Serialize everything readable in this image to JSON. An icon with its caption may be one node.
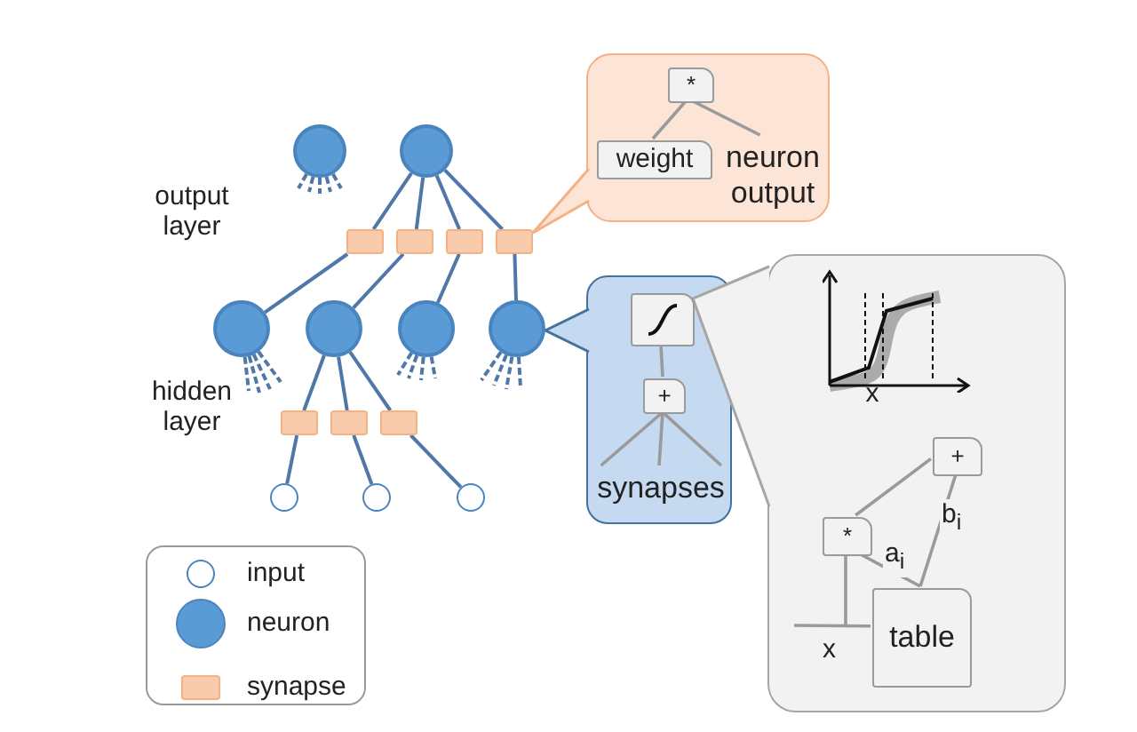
{
  "diagram": {
    "nodes": [
      {
        "text": [],
        "shape": "circle"
      },
      {
        "text": [],
        "shape": "circle"
      },
      {
        "text": [],
        "shape": "box"
      },
      {
        "text": [],
        "shape": "box"
      },
      {
        "text": [],
        "shape": "box"
      },
      {
        "text": [],
        "shape": "box"
      },
      {
        "text": [],
        "shape": "circle"
      },
      {
        "text": [],
        "shape": "circle"
      },
      {
        "text": [],
        "shape": "circle"
      },
      {
        "text": [],
        "shape": "circle"
      },
      {
        "text": [],
        "shape": "box"
      },
      {
        "text": [],
        "shape": "box"
      },
      {
        "text": [],
        "shape": "box"
      },
      {
        "text": [],
        "shape": "circle"
      },
      {
        "text": [],
        "shape": "circle"
      },
      {
        "text": [],
        "shape": "circle"
      },
      {
        "text": [],
        "shape": "box"
      },
      {
        "text": [
          "*"
        ],
        "in": 16
      },
      {
        "text": [
          "weight"
        ],
        "in": 16
      },
      {
        "text": [
          "neuron output"
        ],
        "in": 16
      },
      {
        "text": [],
        "shape": "box"
      },
      {
        "text": [],
        "shape": "box",
        "in": 20
      },
      {
        "text": [
          "+"
        ],
        "in": 20
      },
      {
        "text": [
          "synapses"
        ],
        "in": 20
      },
      {
        "text": [],
        "shape": "box"
      },
      {
        "text": [
          "+"
        ],
        "in": 24
      },
      {
        "text": [
          "*"
        ],
        "in": 24
      },
      {
        "text": [
          "table"
        ],
        "in": 24
      }
    ],
    "edges": [
      {
        "from": 1,
        "to": 2,
        "arrow": "none"
      },
      {
        "from": 1,
        "to": 3,
        "arrow": "none"
      },
      {
        "from": 1,
        "to": 4,
        "arrow": "none"
      },
      {
        "from": 1,
        "to": 5,
        "arrow": "none"
      },
      {
        "from": 2,
        "to": 6,
        "arrow": "none"
      },
      {
        "from": 3,
        "to": 7,
        "arrow": "none"
      },
      {
        "from": 4,
        "to": 8,
        "arrow": "none"
      },
      {
        "from": 5,
        "to": 9,
        "arrow": "none"
      },
      {
        "from": 7,
        "to": 10,
        "arrow": "none"
      },
      {
        "from": 7,
        "to": 11,
        "arrow": "none"
      },
      {
        "from": 7,
        "to": 12,
        "arrow": "none"
      },
      {
        "from": 10,
        "to": 13,
        "arrow": "none"
      },
      {
        "from": 11,
        "to": 14,
        "arrow": "none"
      },
      {
        "from": 12,
        "to": 15,
        "arrow": "none"
      },
      {
        "from": 0,
        "to": null,
        "arrow": "none",
        "style": "dashed"
      },
      {
        "from": 0,
        "to": null,
        "arrow": "none",
        "style": "dashed"
      },
      {
        "from": 0,
        "to": null,
        "arrow": "none",
        "style": "dashed"
      },
      {
        "from": 0,
        "to": null,
        "arrow": "none",
        "style": "dashed"
      },
      {
        "from": 0,
        "to": null,
        "arrow": "none",
        "style": "dashed"
      },
      {
        "from": 6,
        "to": null,
        "arrow": "none",
        "style": "dashed"
      },
      {
        "from": 6,
        "to": null,
        "arrow": "none",
        "style": "dashed"
      },
      {
        "from": 6,
        "to": null,
        "arrow": "none",
        "style": "dashed"
      },
      {
        "from": 6,
        "to": null,
        "arrow": "none",
        "style": "dashed"
      },
      {
        "from": 8,
        "to": null,
        "arrow": "none",
        "style": "dashed"
      },
      {
        "from": 8,
        "to": null,
        "arrow": "none",
        "style": "dashed"
      },
      {
        "from": 8,
        "to": null,
        "arrow": "none",
        "style": "dashed"
      },
      {
        "from": 8,
        "to": null,
        "arrow": "none",
        "style": "dashed"
      },
      {
        "from": 9,
        "to": null,
        "arrow": "none",
        "style": "dashed"
      },
      {
        "from": 9,
        "to": null,
        "arrow": "none",
        "style": "dashed"
      },
      {
        "from": 9,
        "to": null,
        "arrow": "none",
        "style": "dashed"
      },
      {
        "from": 9,
        "to": null,
        "arrow": "none",
        "style": "dashed"
      },
      {
        "from": 17,
        "to": 18,
        "arrow": "none",
        "color": "#9a9a9a"
      },
      {
        "from": 17,
        "to": 19,
        "arrow": "none",
        "color": "#9a9a9a"
      },
      {
        "from": 21,
        "to": 22,
        "arrow": "none",
        "color": "#9a9a9a"
      },
      {
        "from": 22,
        "to": 23,
        "arrow": "none",
        "color": "#9a9a9a"
      },
      {
        "from": 22,
        "to": 23,
        "arrow": "none",
        "color": "#9a9a9a"
      },
      {
        "from": 22,
        "to": 23,
        "arrow": "none",
        "color": "#9a9a9a"
      },
      {
        "from": 26,
        "to": 25,
        "arrow": "none",
        "color": "#9a9a9a"
      },
      {
        "from": 27,
        "to": 25,
        "label": "b$_{i}$",
        "arrow": "none",
        "color": "#9a9a9a"
      },
      {
        "from": 27,
        "to": 26,
        "label": "a$_{i}$",
        "arrow": "none",
        "color": "#9a9a9a"
      },
      {
        "from": 26,
        "to": null,
        "arrow": "none",
        "color": "#9a9a9a"
      },
      {
        "from": null,
        "to": 27,
        "label": "x",
        "arrow": "none",
        "color": "#9a9a9a"
      }
    ],
    "labels": [
      "output layer",
      "hidden layer",
      "x"
    ],
    "legend": [
      {
        "text": "input"
      },
      {
        "text": "neuron",
        "color": "#5b9bd5"
      },
      {
        "text": "synapse",
        "color": "#f8cbad"
      }
    ]
  }
}
